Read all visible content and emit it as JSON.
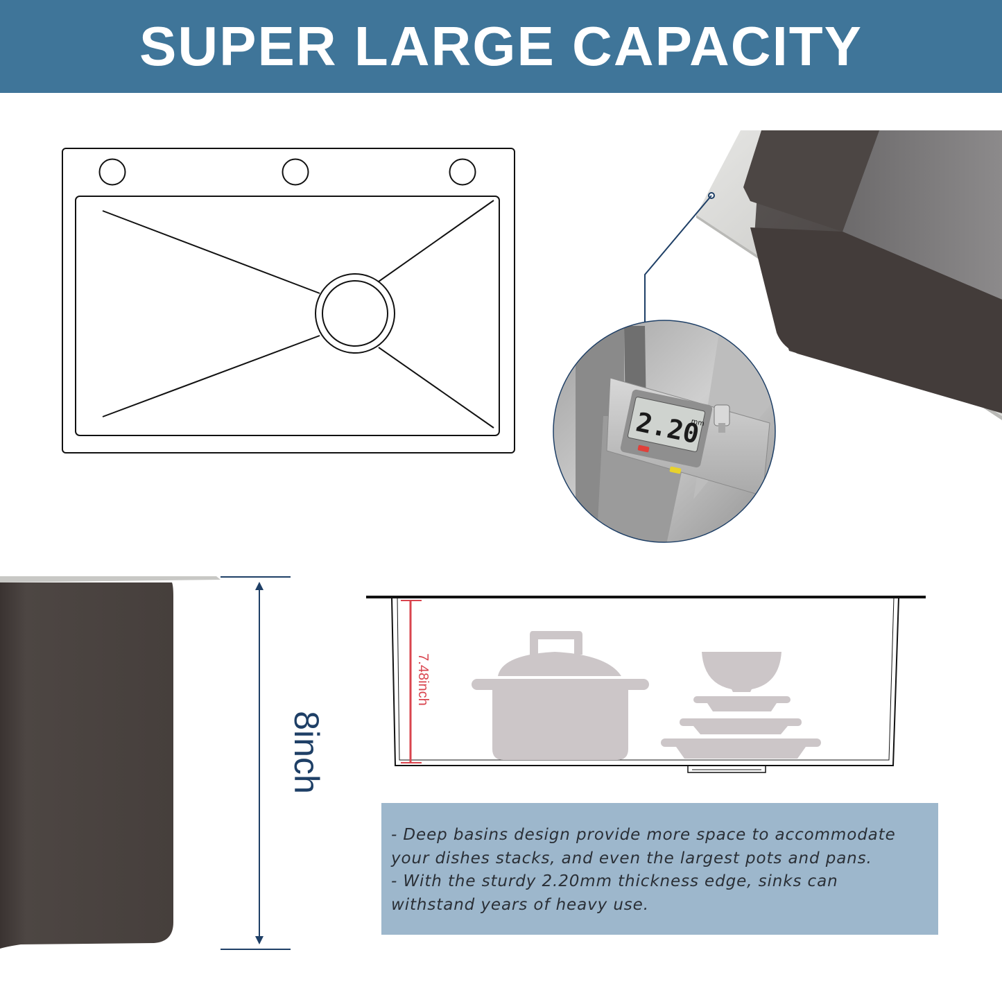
{
  "header": {
    "title": "SUPER LARGE CAPACITY"
  },
  "caliper": {
    "reading": "2.20",
    "unit": "mm"
  },
  "dimensions": {
    "total_depth": "8inch",
    "basin_depth": "7.48inch"
  },
  "description": {
    "lines": [
      "- Deep basins design provide more space to accommodate",
      "your dishes stacks, and even the largest pots and pans.",
      "- With the sturdy 2.20mm thickness edge, sinks can",
      "withstand years of heavy use."
    ]
  },
  "colors": {
    "banner": "#3f7599",
    "arrow": "#1e3f66",
    "depth_marker": "#d9444e",
    "basin": "#4a4340",
    "info_box": "#9db7cc",
    "silhouette": "#ccc6c8"
  }
}
